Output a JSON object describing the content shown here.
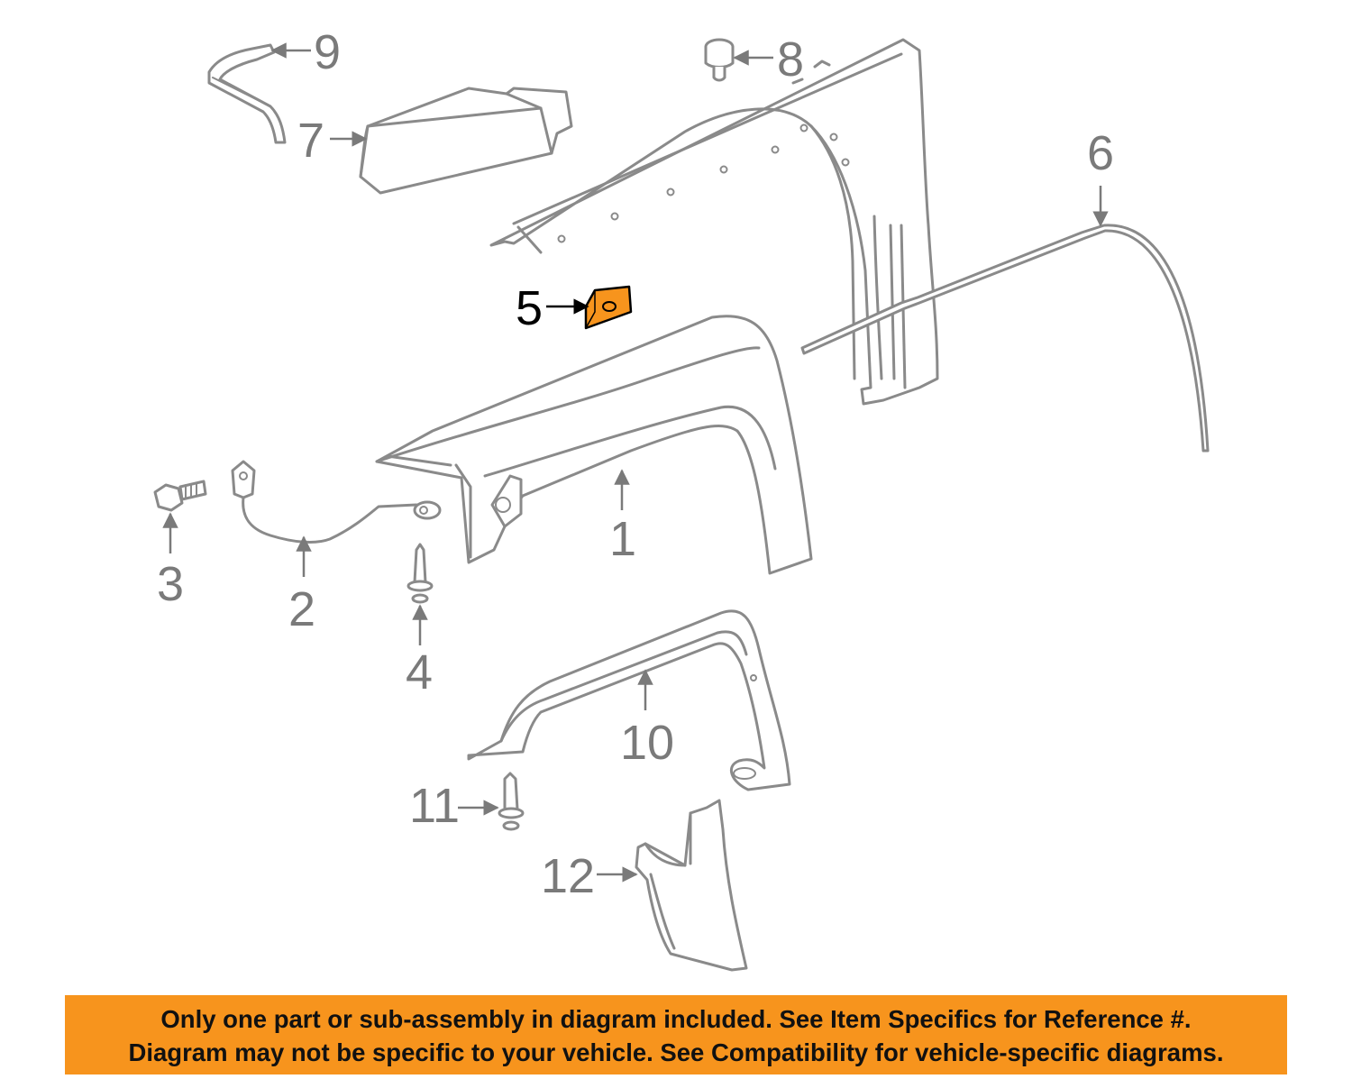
{
  "colors": {
    "highlight": "#F7941D",
    "line": "#8A8A8A",
    "callout": "#7A7A7A",
    "banner": "#F7941D",
    "banner_text": "#111111"
  },
  "callouts": [
    {
      "id": "1",
      "label": "1",
      "part": "fender",
      "highlighted": false
    },
    {
      "id": "2",
      "label": "2",
      "part": "ground-strap",
      "highlighted": false
    },
    {
      "id": "3",
      "label": "3",
      "part": "bolt",
      "highlighted": false
    },
    {
      "id": "4",
      "label": "4",
      "part": "push-pin-retainer",
      "highlighted": false
    },
    {
      "id": "5",
      "label": "5",
      "part": "fender-bracket",
      "highlighted": true
    },
    {
      "id": "6",
      "label": "6",
      "part": "weatherstrip",
      "highlighted": false
    },
    {
      "id": "7",
      "label": "7",
      "part": "cover",
      "highlighted": false
    },
    {
      "id": "8",
      "label": "8",
      "part": "bumper-stop",
      "highlighted": false
    },
    {
      "id": "9",
      "label": "9",
      "part": "seal",
      "highlighted": false
    },
    {
      "id": "10",
      "label": "10",
      "part": "wheel-opening-molding",
      "highlighted": false
    },
    {
      "id": "11",
      "label": "11",
      "part": "push-pin-retainer",
      "highlighted": false
    },
    {
      "id": "12",
      "label": "12",
      "part": "mud-flap",
      "highlighted": false
    }
  ],
  "notice": {
    "line1": "Only one part or sub-assembly in diagram included. See Item Specifics for Reference #.",
    "line2": "Diagram may not be specific to your vehicle. See Compatibility for vehicle-specific diagrams."
  }
}
